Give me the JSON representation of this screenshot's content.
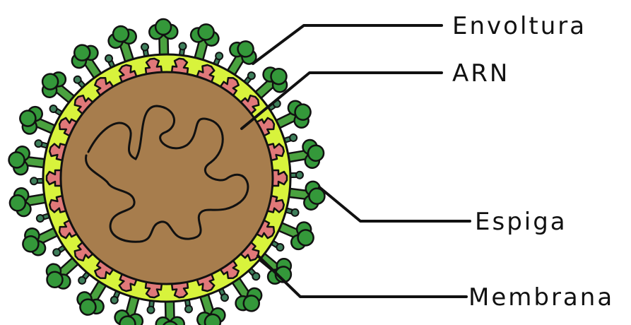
{
  "diagram": {
    "labels": {
      "envelope": "Envoltura",
      "rna": "ARN",
      "spike": "Espiga",
      "membrane": "Membrana"
    },
    "colors": {
      "core": "#a77d4d",
      "envelope_ring": "#d8f33c",
      "membrane_protein": "#e07879",
      "spike_head": "#34983a",
      "spike_stalk": "#4aa23f",
      "small_protein": "#3e7f5b",
      "outline": "#111111"
    }
  }
}
